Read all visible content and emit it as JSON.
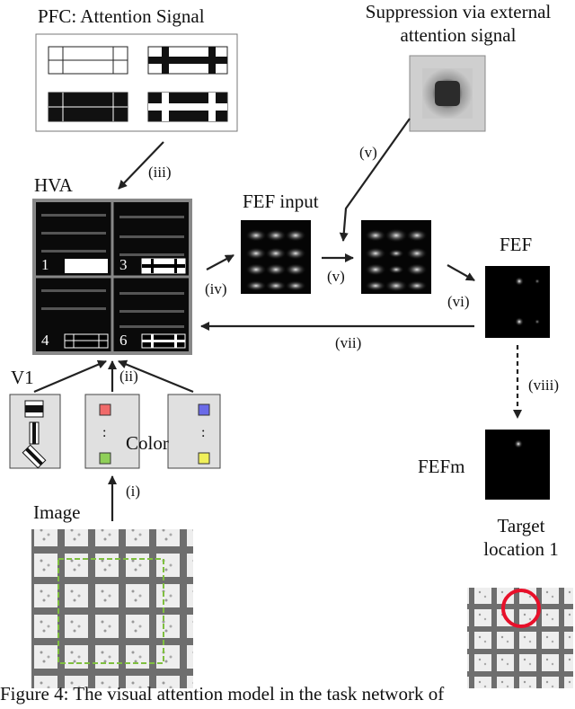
{
  "labels": {
    "pfc": "PFC: Attention Signal",
    "suppression_line1": "Suppression via external",
    "suppression_line2": "attention signal",
    "hva": "HVA",
    "fef_input": "FEF input",
    "fef": "FEF",
    "fefm": "FEFm",
    "v1": "V1",
    "color": "Color",
    "image": "Image",
    "target_line1": "Target",
    "target_line2": "location 1"
  },
  "steps": [
    "(i)",
    "(ii)",
    "(iii)",
    "(iv)",
    "(v)",
    "(v)",
    "(vi)",
    "(vii)",
    "(viii)"
  ],
  "hva_quadrants": [
    "1",
    "3",
    "4",
    "6"
  ],
  "color_dots": ":",
  "caption": "Figure 4: The visual attention model in the task network of"
}
